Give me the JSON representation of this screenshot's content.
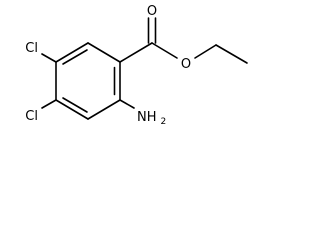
{
  "molecule": {
    "atom_labels": {
      "carbonyl_oxygen": "O",
      "ester_oxygen": "O",
      "chlorine_top": "Cl",
      "chlorine_bottom": "Cl",
      "amine_prefix": "NH",
      "amine_subscript": "2"
    }
  }
}
